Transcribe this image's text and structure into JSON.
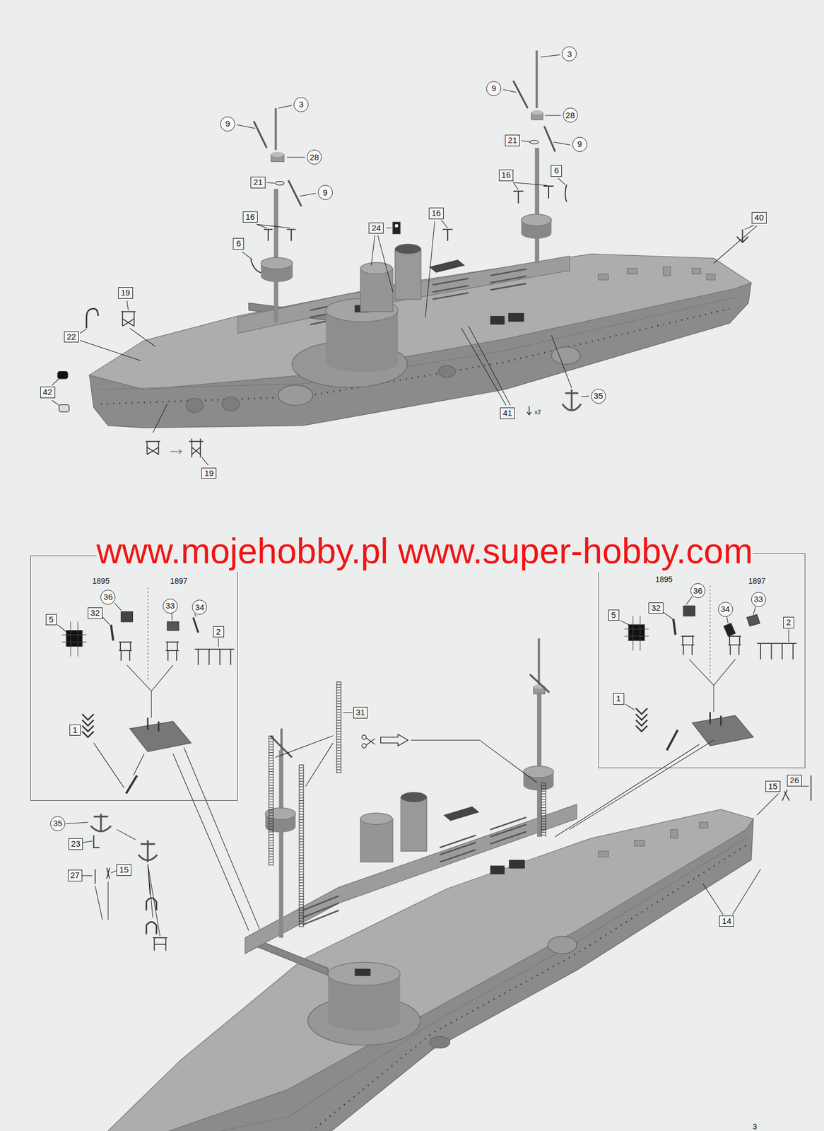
{
  "diagram": {
    "nodes": [
      {
        "text": [
          "3"
        ]
      },
      {
        "text": [
          "9"
        ]
      },
      {
        "text": [
          "3"
        ]
      },
      {
        "text": [
          "28"
        ]
      },
      {
        "text": [
          "9"
        ]
      },
      {
        "text": [
          "21"
        ]
      },
      {
        "text": [
          "9"
        ]
      },
      {
        "text": [
          "28"
        ]
      },
      {
        "text": [
          "6"
        ]
      },
      {
        "text": [
          "16"
        ]
      },
      {
        "text": [
          "21"
        ]
      },
      {
        "text": [
          "9"
        ]
      },
      {
        "text": [
          "16"
        ]
      },
      {
        "text": [
          "16"
        ]
      },
      {
        "text": [
          "40"
        ]
      },
      {
        "text": [
          "24"
        ]
      },
      {
        "text": [
          "6"
        ]
      },
      {
        "text": [
          "19"
        ]
      },
      {
        "text": [
          "22"
        ]
      },
      {
        "text": [
          "42"
        ]
      },
      {
        "text": [
          "35"
        ]
      },
      {
        "text": [
          "41"
        ]
      },
      {
        "text": [
          "19"
        ]
      },
      {
        "text": [
          "1895",
          "1897"
        ]
      },
      {
        "text": [
          "36"
        ],
        "in": 23
      },
      {
        "text": [
          "33"
        ],
        "in": 23
      },
      {
        "text": [
          "34"
        ],
        "in": 23
      },
      {
        "text": [
          "32"
        ],
        "in": 23
      },
      {
        "text": [
          "5"
        ],
        "in": 23
      },
      {
        "text": [
          "2"
        ],
        "in": 23
      },
      {
        "text": [
          "1"
        ],
        "in": 23
      },
      {
        "text": [
          "1895",
          "1897"
        ]
      },
      {
        "text": [
          "36"
        ],
        "in": 31
      },
      {
        "text": [
          "33"
        ],
        "in": 31
      },
      {
        "text": [
          "32"
        ],
        "in": 31
      },
      {
        "text": [
          "34"
        ],
        "in": 31
      },
      {
        "text": [
          "5"
        ],
        "in": 31
      },
      {
        "text": [
          "2"
        ],
        "in": 31
      },
      {
        "text": [
          "1"
        ],
        "in": 31
      },
      {
        "text": [
          "31"
        ]
      },
      {
        "text": [
          "26"
        ]
      },
      {
        "text": [
          "15"
        ]
      },
      {
        "text": [
          "35"
        ]
      },
      {
        "text": [
          "23"
        ]
      },
      {
        "text": [
          "15"
        ]
      },
      {
        "text": [
          "27"
        ]
      },
      {
        "text": [
          "14"
        ]
      }
    ],
    "labels": [
      "www.mojehobby.pl www.super-hobby.com",
      "x2",
      "3"
    ]
  }
}
